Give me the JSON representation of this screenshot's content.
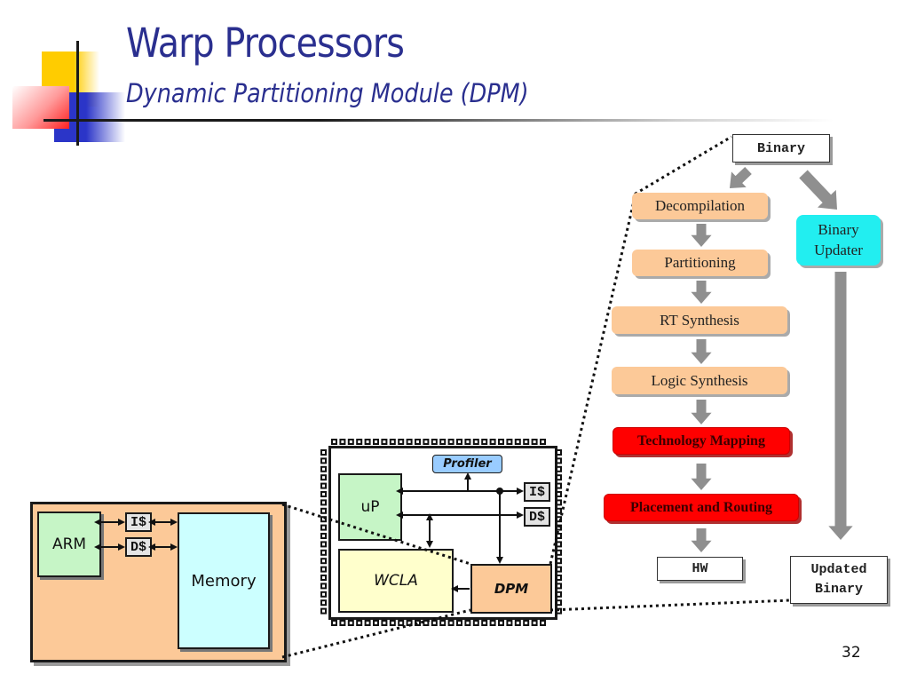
{
  "slide": {
    "title": "Warp Processors",
    "subtitle": "Dynamic Partitioning Module (DPM)",
    "page_number": "32"
  },
  "flow": {
    "input": "Binary",
    "stages": [
      {
        "label": "Decompilation",
        "style": "normal"
      },
      {
        "label": "Partitioning",
        "style": "normal"
      },
      {
        "label": "RT Synthesis",
        "style": "normal"
      },
      {
        "label": "Logic Synthesis",
        "style": "normal"
      },
      {
        "label": "Technology Mapping",
        "style": "highlight"
      },
      {
        "label": "Placement and Routing",
        "style": "highlight"
      }
    ],
    "hw_output": "HW",
    "binary_updater": [
      "Binary",
      "Updater"
    ],
    "updated_binary": [
      "Updated",
      "Binary"
    ]
  },
  "system": {
    "arm": "ARM",
    "icache": "I$",
    "dcache": "D$",
    "memory": "Memory"
  },
  "chip": {
    "up": "uP",
    "wcla": "WCLA",
    "dpm": "DPM",
    "profiler": "Profiler",
    "icache": "I$",
    "dcache": "D$"
  },
  "colors": {
    "title": "#2a2f8f",
    "stage_normal": "#fcc998",
    "stage_highlight": "#ff0000",
    "binary_updater": "#22eef0",
    "processor": "#c6f5c6",
    "memory": "#ccffff",
    "wcla": "#ffffcc",
    "profiler": "#99ccff",
    "arrow": "#8f8f8f"
  }
}
